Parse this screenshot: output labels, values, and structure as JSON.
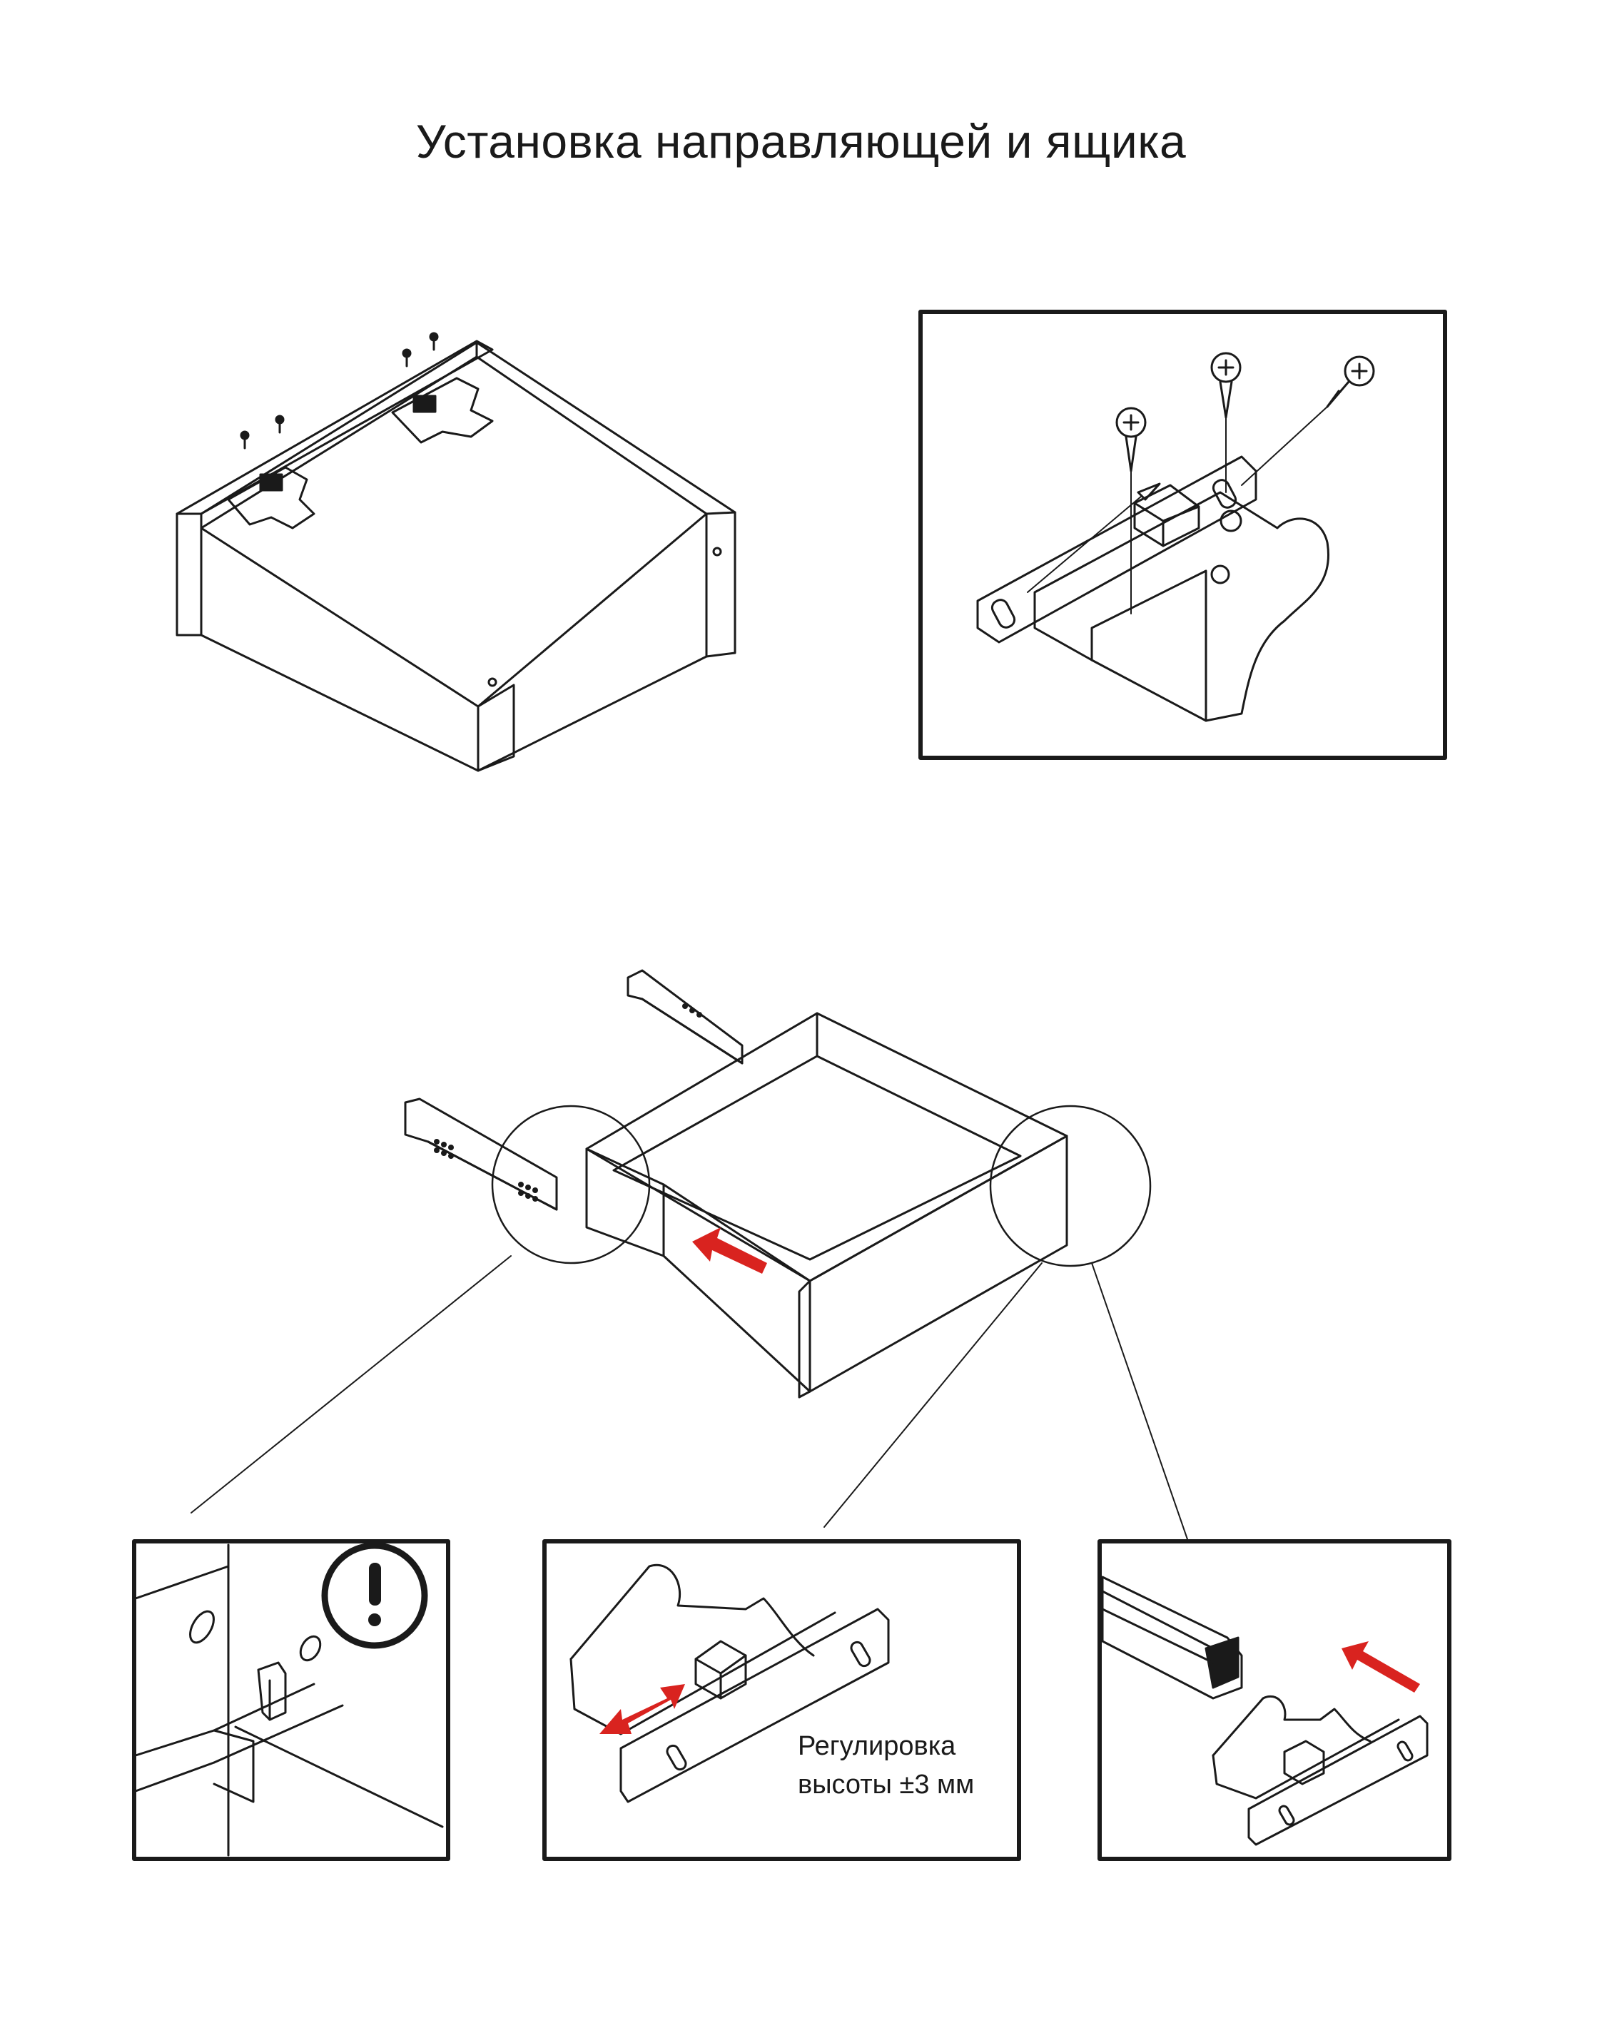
{
  "title": "Установка направляющей и ящика",
  "caption": {
    "line1": "Регулировка",
    "line2": "высоты ±3 мм"
  },
  "colors": {
    "line": "#1a1a1a",
    "accent_red": "#d9231f",
    "panel_border": "#1a1a1a",
    "background": "#ffffff"
  },
  "icons": {
    "warning": "exclamation-in-circle",
    "arrow": "red-direction-arrow"
  }
}
